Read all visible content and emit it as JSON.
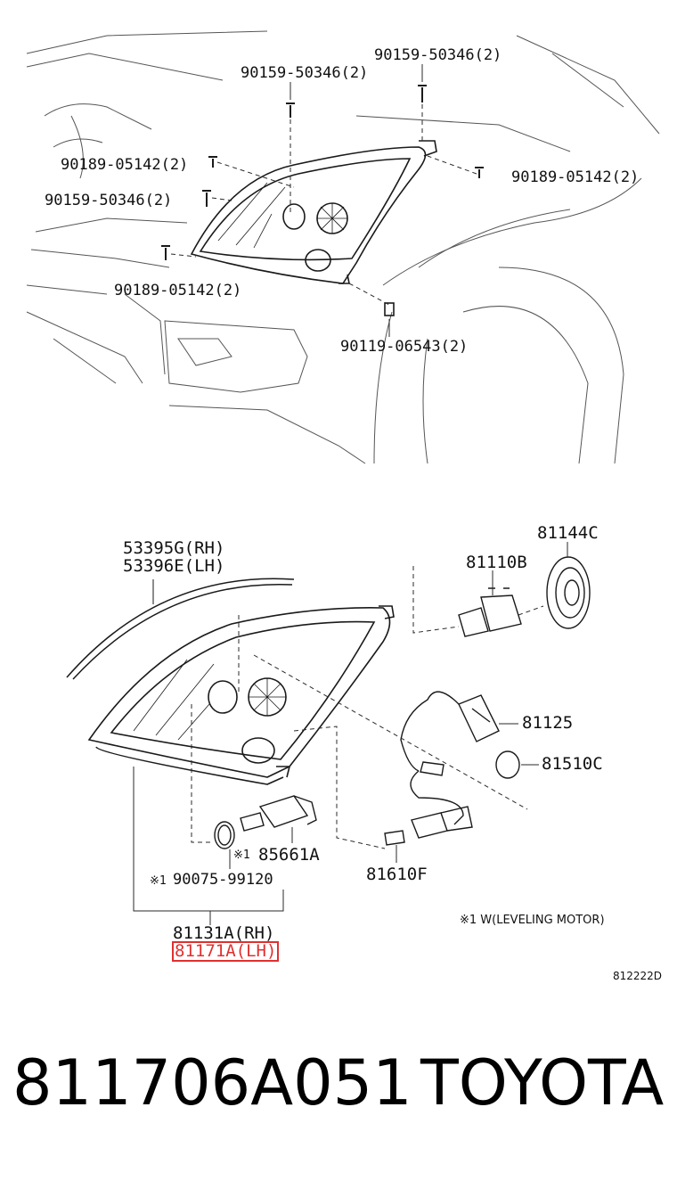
{
  "top_labels": {
    "bolt_right_top": "90159-50346(2)",
    "bolt_left_top": "90159-50346(2)",
    "clip_left_upper": "90189-05142(2)",
    "clip_right": "90189-05142(2)",
    "bolt_left_mid": "90159-50346(2)",
    "clip_left_lower": "90189-05142(2)",
    "nut_bottom": "90119-06543(2)"
  },
  "bottom_labels": {
    "strip_rh": "53395G(RH)",
    "strip_lh": "53396E(LH)",
    "bulb_cover": "81144C",
    "bulb_main": "81110B",
    "socket": "81125",
    "bulb_small": "81510C",
    "leveling_motor_mark": "※1",
    "leveling_motor": "85661A",
    "bulb_side": "81610F",
    "o_ring_mark": "※1",
    "o_ring": "90075-99120",
    "headlamp_rh": "81131A(RH)",
    "headlamp_lh": "81171A(LH)",
    "note": "※1 W(LEVELING MOTOR)",
    "diagram_code": "812222D"
  },
  "footer": {
    "part_number": "811706A051",
    "brand": "TOYOTA"
  },
  "colors": {
    "line": "#222222",
    "highlight": "#e03030"
  }
}
